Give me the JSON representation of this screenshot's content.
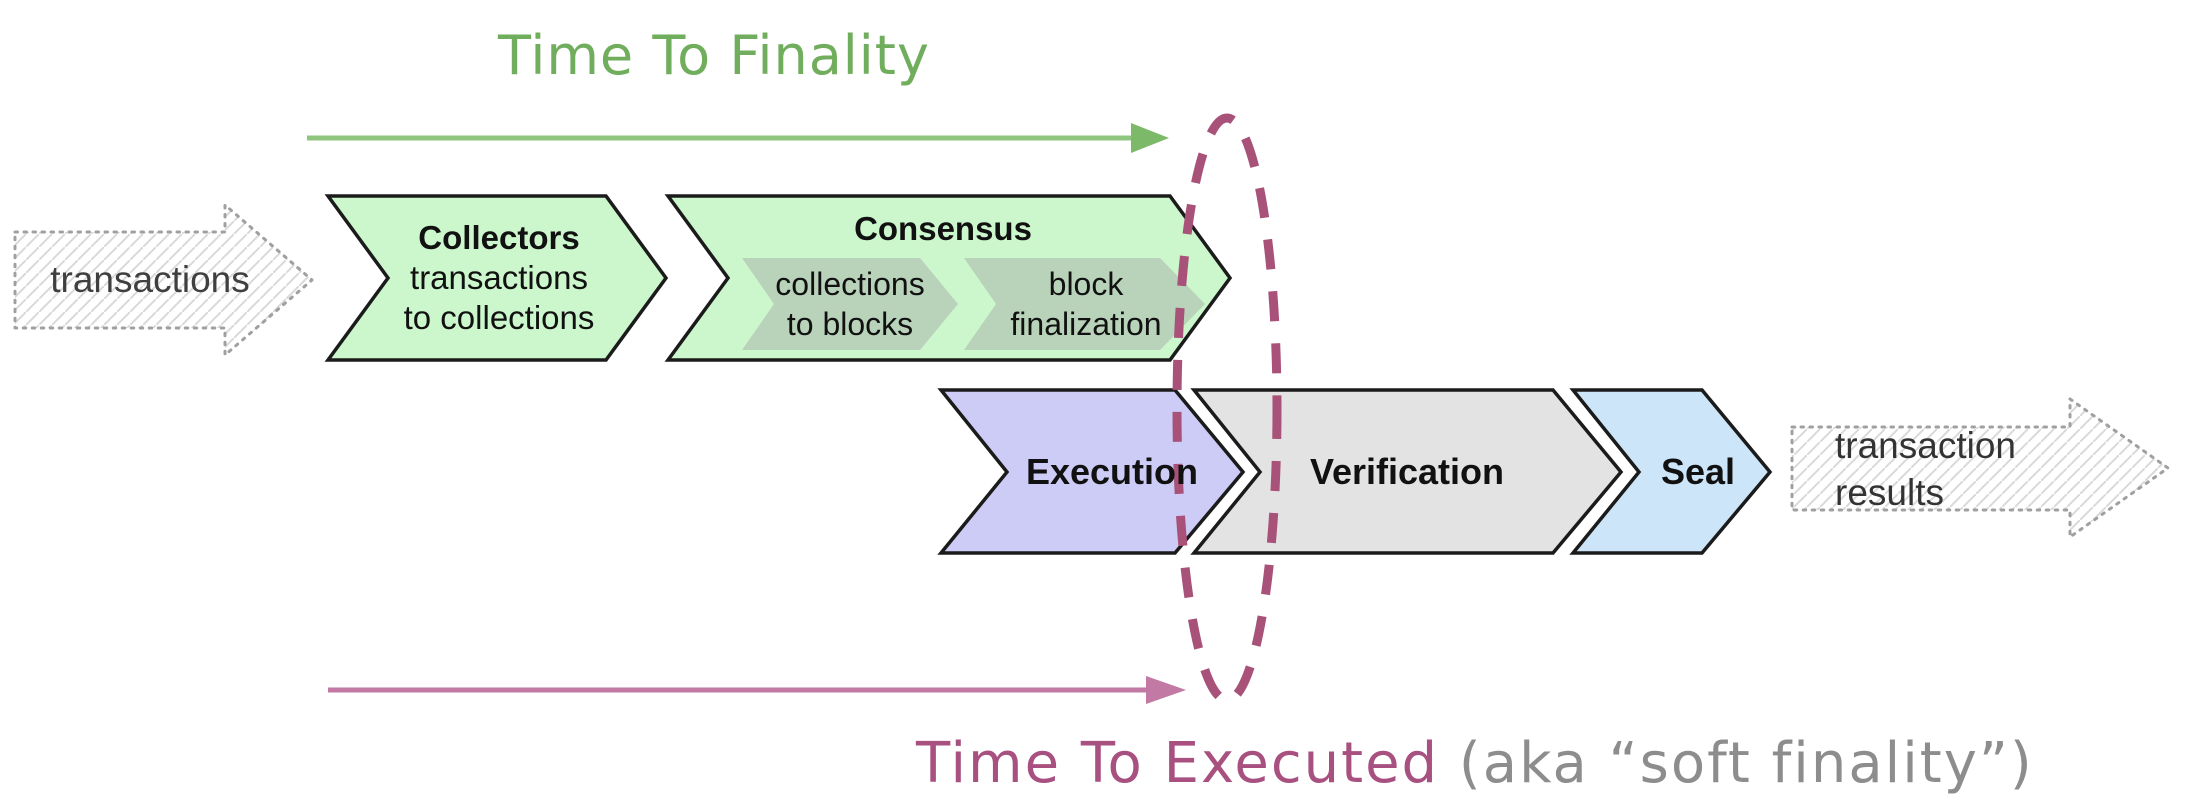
{
  "header": {
    "title": "Time To Finality"
  },
  "footer": {
    "title": "Time To Executed",
    "subtitle": "(aka “soft finality”)"
  },
  "io": {
    "input_label": "transactions",
    "output_line1": "transaction",
    "output_line2": "results"
  },
  "stages": {
    "collectors": {
      "name": "Collectors",
      "desc_line1": "transactions",
      "desc_line2": "to collections"
    },
    "consensus": {
      "name": "Consensus",
      "substages": [
        {
          "line1": "collections",
          "line2": "to blocks"
        },
        {
          "line1": "block",
          "line2": "finalization"
        }
      ]
    },
    "execution": {
      "name": "Execution"
    },
    "verification": {
      "name": "Verification"
    },
    "seal": {
      "name": "Seal"
    }
  },
  "colors": {
    "title_green": "#70ad5c",
    "arrow_green": "#8fc57e",
    "arrowhead_green": "#7cb968",
    "stage_green": "#ccf6cc",
    "stage_green_sub": "#b9d3ba",
    "stage_lavender": "#cdccf6",
    "stage_gray": "#e3e3e3",
    "stage_blue": "#cde5f8",
    "outline_black": "#1b1b1b",
    "ellipse_pink": "#a8527a",
    "arrow_pink": "#c27aa4",
    "caption_pink": "#a85180",
    "caption_gray": "#8d8d8d",
    "sketch_border_gray": "#a0a0a0",
    "sketch_hatch_gray": "#d9d9d9",
    "sketch_text_gray": "#3f3f3f"
  }
}
